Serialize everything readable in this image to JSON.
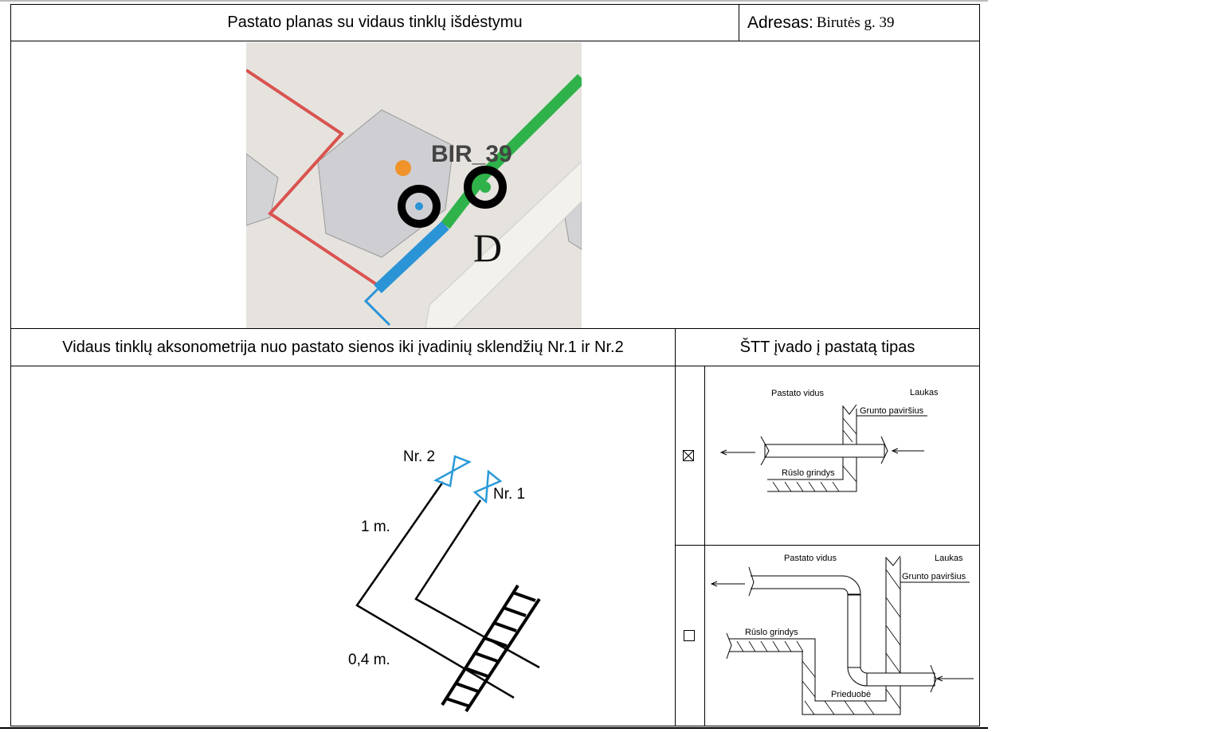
{
  "header": {
    "title": "Pastato planas su vidaus tinklų išdėstymu",
    "address_label": "Adresas:",
    "address_value": "Birutės g. 39"
  },
  "map": {
    "building_label": "BIR_39",
    "zone_label": "D",
    "colors": {
      "water_blue": "#2a94d6",
      "green_pipe": "#2fb24a",
      "red_line": "#d9534f",
      "node": "#000000",
      "marker": "#f0932b"
    }
  },
  "axonometry": {
    "title": "Vidaus tinklų aksonometrija nuo pastato sienos iki įvadinių sklendžių Nr.1 ir Nr.2",
    "valve_2": "Nr. 2",
    "valve_1": "Nr. 1",
    "length_1": "1 m.",
    "length_2": "0,4 m."
  },
  "entry_type": {
    "title": "ŠTT įvado į pastatą tipas",
    "options": [
      {
        "checked": true,
        "inside": "Pastato vidus",
        "outside": "Laukas",
        "ground": "Grunto paviršius",
        "floor": "Rūslo grindys"
      },
      {
        "checked": false,
        "inside": "Pastato vidus",
        "outside": "Laukas",
        "ground": "Grunto paviršius",
        "floor": "Rūslo grindys",
        "pit": "Prieduobė"
      }
    ]
  }
}
